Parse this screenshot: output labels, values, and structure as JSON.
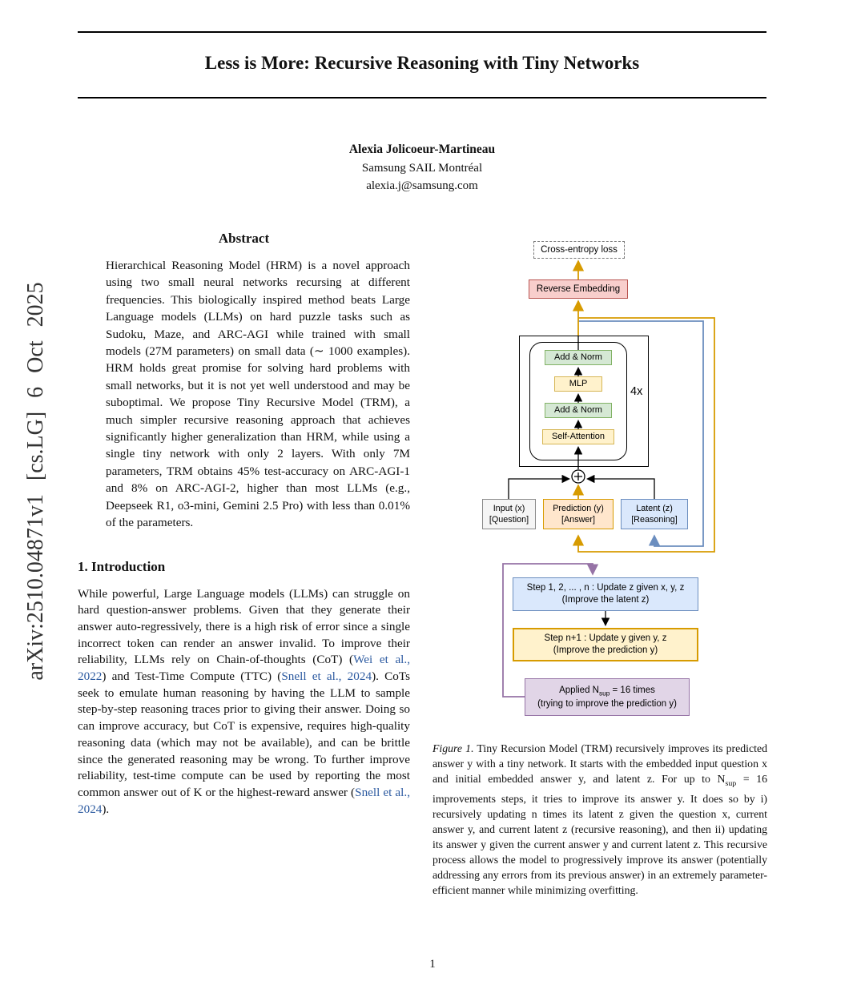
{
  "meta": {
    "page_number": "1",
    "arxiv_watermark": "arXiv:2510.04871v1 [cs.LG] 6 Oct 2025"
  },
  "header": {
    "title": "Less is More: Recursive Reasoning with Tiny Networks"
  },
  "authors": {
    "name": "Alexia Jolicoeur-Martineau",
    "affiliation": "Samsung SAIL Montréal",
    "email": "alexia.j@samsung.com"
  },
  "abstract": {
    "heading": "Abstract",
    "text": "Hierarchical Reasoning Model (HRM) is a novel approach using two small neural networks recursing at different frequencies. This biologically inspired method beats Large Language models (LLMs) on hard puzzle tasks such as Sudoku, Maze, and ARC-AGI while trained with small models (27M parameters) on small data (∼ 1000 examples). HRM holds great promise for solving hard problems with small networks, but it is not yet well understood and may be suboptimal. We propose Tiny Recursive Model (TRM), a much simpler recursive reasoning approach that achieves significantly higher generalization than HRM, while using a single tiny network with only 2 layers. With only 7M parameters, TRM obtains 45% test-accuracy on ARC-AGI-1 and 8% on ARC-AGI-2, higher than most LLMs (e.g., Deepseek R1, o3-mini, Gemini 2.5 Pro) with less than 0.01% of the parameters."
  },
  "introduction": {
    "heading": "1. Introduction",
    "paragraph": "While powerful, Large Language models (LLMs) can struggle on hard question-answer problems. Given that they generate their answer auto-regressively, there is a high risk of error since a single incorrect token can render an answer invalid. To improve their reliability, LLMs rely on Chain-of-thoughts (CoT) (Wei et al., 2022) and Test-Time Compute (TTC) (Snell et al., 2024). CoTs seek to emulate human reasoning by having the LLM to sample step-by-step reasoning traces prior to giving their answer. Doing so can improve accuracy, but CoT is expensive, requires high-quality reasoning data (which may not be available), and can be brittle since the generated reasoning may be wrong. To further improve reliability, test-time compute can be used by reporting the most common answer out of K or the highest-reward answer (Snell et al., 2024)."
  },
  "citations": [
    "Wei et al., 2022",
    "Snell et al., 2024"
  ],
  "figure": {
    "boxes": {
      "cross_entropy": "Cross-entropy loss",
      "reverse_embedding": "Reverse Embedding",
      "add_norm_top": "Add & Norm",
      "mlp": "MLP",
      "add_norm_bottom": "Add & Norm",
      "self_attention": "Self-Attention",
      "repeat_label": "4x",
      "input_line1": "Input (x)",
      "input_line2": "[Question]",
      "prediction_line1": "Prediction (y)",
      "prediction_line2": "[Answer]",
      "latent_line1": "Latent (z)",
      "latent_line2": "[Reasoning]",
      "step_n_line1": "Step 1, 2, ... , n : Update z given x, y, z",
      "step_n_line2": "(Improve the latent z)",
      "step_n1_line1": "Step n+1 : Update y given y, z",
      "step_n1_line2": "(Improve the prediction y)",
      "applied_pre": "Applied N",
      "applied_sub": "sup",
      "applied_post": " = 16 times",
      "applied_line2": "(trying to improve the prediction y)"
    },
    "caption": {
      "label": "Figure 1.",
      "text_before_sub": " Tiny Recursion Model (TRM) recursively improves its predicted answer y with a tiny network. It starts with the embedded input question x and initial embedded answer y, and latent z. For up to N",
      "sub": "sup",
      "text_after_sub": " = 16 improvements steps, it tries to improve its answer y. It does so by i) recursively updating n times its latent z given the question x, current answer y, and current latent z (recursive reasoning), and then ii) updating its answer y given the current answer y and current latent z. This recursive process allows the model to progressively improve its answer (potentially addressing any errors from its previous answer) in an extremely parameter-efficient manner while minimizing overfitting."
    },
    "colors": {
      "arrow_gold": "#d79b00",
      "arrow_blue": "#6c8ebf",
      "arrow_purple": "#9673a6",
      "box_green_fill": "#d5e8d4",
      "box_green_border": "#82b366",
      "box_yellow_fill": "#fff2cc",
      "box_yellow_border": "#d6b656",
      "box_orange_fill": "#ffe6cc",
      "box_orange_border": "#d79b00",
      "box_blue_fill": "#dae8fc",
      "box_blue_border": "#6c8ebf",
      "box_purple_fill": "#e1d5e7",
      "box_purple_border": "#9673a6",
      "box_pink_fill": "#f8cecc",
      "box_pink_border": "#b85450",
      "citation_link": "#2c5aa0"
    }
  }
}
